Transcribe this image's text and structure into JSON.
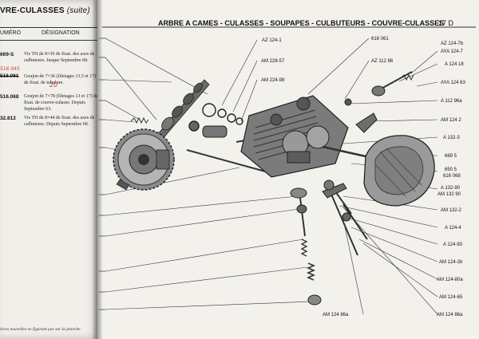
{
  "left_page": {
    "header": "VRE-CULASSES",
    "header_suffix": "(suite)",
    "col_numero": "UMÉRO",
    "col_designation": "DÉSIGNATION",
    "rows": [
      {
        "number": "669-S",
        "desc": "Vis TH de 8×30 de fixat. des axes de culbuteurs. Jusque Septembre 68."
      },
      {
        "number": "516.061",
        "desc": "Goujon de 7×36 (filetages 13,5 et 17) de fixat. de tubulure."
      },
      {
        "number": "516.068",
        "desc": "Goujon de 7×78 (filetages 13 et 17) de fixat. de couvre-culasse. Depuis Septembre 63."
      },
      {
        "number": "32.812",
        "desc": "Vis TH de 8×44 de fixat. des axes de culbuteurs. Depuis Septembre 68."
      }
    ],
    "handwritten_1": "516 045",
    "handwritten_2": "20",
    "footnote": "ièces nouvelles ne figurant pas sur la planche"
  },
  "right_page": {
    "header": "ARBRE A CAMES - CULASSES - SOUPAPES - CULBUTEURS - COUVRE-CULASSES",
    "page_number": "17 D"
  },
  "callouts": [
    "AZ 124-1",
    "AM 228-57",
    "AM 224-98",
    "616 061",
    "AZ 112 86",
    "AZ 124-7b",
    "AYA 124-7",
    "A 124 18",
    "AYA 124 63",
    "A 112 96a",
    "AM 124 2",
    "A 132-3",
    "669 5",
    "650 5",
    "616 068",
    "A 132-90",
    "AM 132 90",
    "AM 132-2",
    "A 124-4",
    "A 124-93",
    "AM 124-2b",
    "AM 124-80a",
    "AM 124-65",
    "AM 124 86a",
    "AM 124 86a"
  ]
}
